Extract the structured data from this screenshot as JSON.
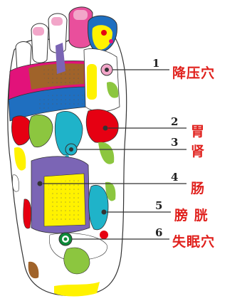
{
  "points": [
    {
      "id": "1",
      "number": "1",
      "label": "降压穴"
    },
    {
      "id": "2",
      "number": "2",
      "label": "胃"
    },
    {
      "id": "3",
      "number": "3",
      "label": "肾"
    },
    {
      "id": "4",
      "number": "4",
      "label": "肠"
    },
    {
      "id": "5",
      "number": "5",
      "label": "膀  胱"
    },
    {
      "id": "6",
      "number": "6",
      "label": "失眠穴"
    }
  ],
  "colors": {
    "label": "#e0201c",
    "pink": "#e94f9c",
    "magenta": "#e2127a",
    "brown": "#a0632a",
    "blue": "#1f6fc0",
    "green": "#8cc63f",
    "yellow": "#fff200",
    "red": "#e60012",
    "cyan": "#1fb3c9",
    "purple": "#7b65b5",
    "darkgreen": "#0e8a3a"
  }
}
